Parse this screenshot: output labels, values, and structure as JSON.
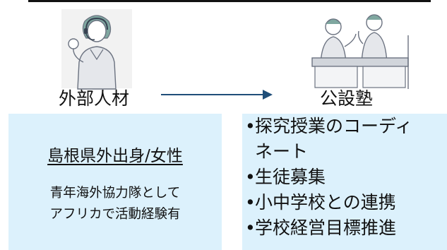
{
  "left": {
    "caption": "外部人材",
    "profile": {
      "heading": "島根県外出身/女性",
      "detail_lines": [
        "青年海外協力隊として",
        "アフリカで活動経験有"
      ]
    }
  },
  "right": {
    "caption": "公設塾",
    "roles": [
      {
        "bullet": "•",
        "lines": [
          "探究授業のコーディ",
          "ネート"
        ]
      },
      {
        "bullet": "•",
        "lines": [
          "生徒募集"
        ]
      },
      {
        "bullet": "•",
        "lines": [
          "小中学校との連携"
        ]
      },
      {
        "bullet": "•",
        "lines": [
          "学校経営目標推進"
        ]
      }
    ]
  },
  "colors": {
    "panel_bg": "#dcf1fc",
    "arrow": "#1f4e79",
    "text": "#111111",
    "illustration_stroke": "#6b7280",
    "illustration_fill": "#e5e7eb",
    "illustration_accent": "#7fa7a0"
  },
  "icons": {
    "person": "woman-with-headset-icon",
    "school": "students-at-desks-icon"
  }
}
